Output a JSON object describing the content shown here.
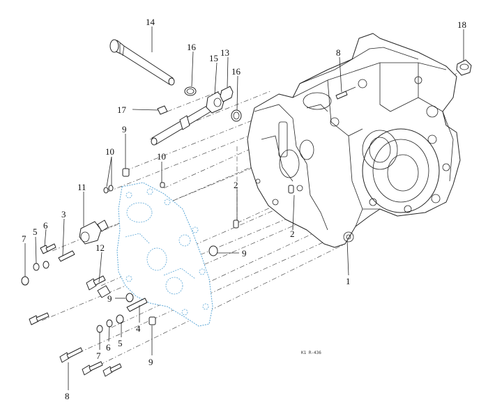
{
  "diagram": {
    "drawing_code": "K1 R-436",
    "labels": [
      {
        "id": "l1",
        "text": "1"
      },
      {
        "id": "l2a",
        "text": "2"
      },
      {
        "id": "l2b",
        "text": "2"
      },
      {
        "id": "l3",
        "text": "3"
      },
      {
        "id": "l4",
        "text": "4"
      },
      {
        "id": "l5a",
        "text": "5"
      },
      {
        "id": "l5b",
        "text": "5"
      },
      {
        "id": "l6a",
        "text": "6"
      },
      {
        "id": "l6b",
        "text": "6"
      },
      {
        "id": "l7a",
        "text": "7"
      },
      {
        "id": "l7b",
        "text": "7"
      },
      {
        "id": "l8a",
        "text": "8"
      },
      {
        "id": "l8b",
        "text": "8"
      },
      {
        "id": "l9a",
        "text": "9"
      },
      {
        "id": "l9b",
        "text": "9"
      },
      {
        "id": "l9c",
        "text": "9"
      },
      {
        "id": "l9d",
        "text": "9"
      },
      {
        "id": "l10a",
        "text": "10"
      },
      {
        "id": "l10b",
        "text": "10"
      },
      {
        "id": "l11",
        "text": "11"
      },
      {
        "id": "l12",
        "text": "12"
      },
      {
        "id": "l13",
        "text": "13"
      },
      {
        "id": "l14",
        "text": "14"
      },
      {
        "id": "l15",
        "text": "15"
      },
      {
        "id": "l16a",
        "text": "16"
      },
      {
        "id": "l16b",
        "text": "16"
      },
      {
        "id": "l17",
        "text": "17"
      },
      {
        "id": "l18",
        "text": "18"
      }
    ]
  }
}
